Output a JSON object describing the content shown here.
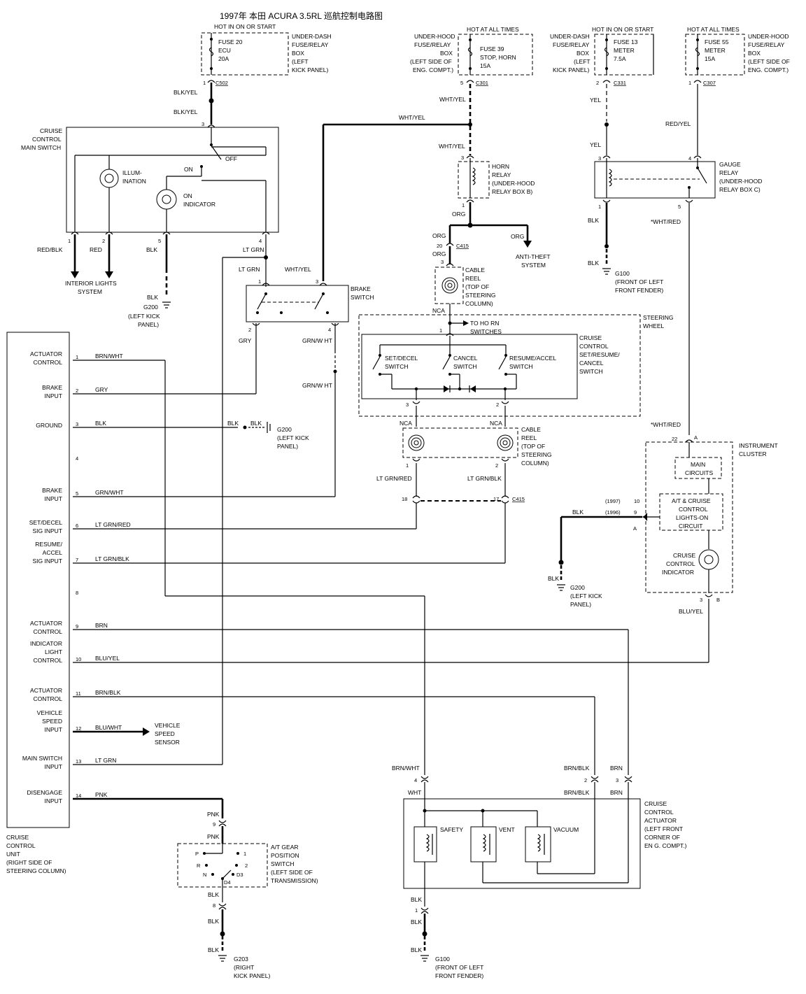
{
  "title": "1997年  本田  ACURA 3.5RL   巡航控制电路图",
  "fuses": {
    "f20": {
      "hot": "HOT IN ON OR START",
      "name": "FUSE 20",
      "sub": "ECU",
      "amp": "20A",
      "box": [
        "UNDER-DASH",
        "FUSE/RELAY",
        "BOX",
        "(LEFT",
        "KICK PANEL)"
      ],
      "pin": "1",
      "conn": "C502"
    },
    "f39": {
      "hot": "HOT AT ALL TIMES",
      "name": "FUSE 39",
      "sub": "STOP, HORN",
      "amp": "15A",
      "box": [
        "UNDER-HOOD",
        "FUSE/RELAY",
        "BOX",
        "(LEFT SIDE OF",
        "ENG. COMPT.)"
      ],
      "pin": "5",
      "conn": "C301"
    },
    "f13": {
      "hot": "HOT IN ON OR START",
      "name": "FUSE 13",
      "sub": "METER",
      "amp": "7.5A",
      "box": [
        "UNDER-DASH",
        "FUSE/RELAY",
        "BOX",
        "(LEFT",
        "KICK PANEL)"
      ],
      "pin": "2",
      "conn": "C331"
    },
    "f55": {
      "hot": "HOT AT ALL TIMES",
      "name": "FUSE 55",
      "sub": "METER",
      "amp": "15A",
      "box": [
        "UNDER-HOOD",
        "FUSE/RELAY",
        "BOX",
        "(LEFT SIDE OF",
        "ENG. COMPT.)"
      ],
      "pin": "1",
      "conn": "C307"
    }
  },
  "wires": {
    "blk_yel": "BLK/YEL",
    "wht_yel": "WHT/YEL",
    "yel": "YEL",
    "red_yel": "RED/YEL",
    "org": "ORG",
    "blk": "BLK",
    "wht_red": "*WHT/RED",
    "red_blk": "RED/BLK",
    "red": "RED",
    "lt_grn": "LT GRN",
    "gry": "GRY",
    "grn_wht": "GRN/W HT",
    "grn_wht2": "GRN/WHT",
    "nca": "NCA",
    "lt_grn_red": "LT GRN/RED",
    "lt_grn_blk": "LT GRN/BLK",
    "brn_wht": "BRN/WHT",
    "brn_blk": "BRN/BLK",
    "brn": "BRN",
    "blu_yel": "BLU/YEL",
    "blu_wht": "BLU/WHT",
    "pnk": "PNK",
    "wht": "WHT"
  },
  "main_switch": {
    "label": [
      "CRUISE",
      "CONTROL",
      "MAIN SWITCH"
    ],
    "off": "OFF",
    "on": "ON",
    "illum": [
      "ILLUM-",
      "INATION"
    ],
    "on_ind": [
      "ON",
      "INDICATOR"
    ],
    "pins": [
      "3",
      "1",
      "2",
      "5",
      "4"
    ]
  },
  "interior": [
    "INTERIOR LIGHTS",
    "SYSTEM"
  ],
  "g200": {
    "name": "G200",
    "loc": [
      "(LEFT KICK",
      "PANEL)"
    ]
  },
  "g100": {
    "name": "G100",
    "loc": [
      "(FRONT OF LEFT",
      "FRONT FENDER)"
    ]
  },
  "g203": {
    "name": "G203",
    "loc": [
      "(RIGHT",
      "KICK PANEL)"
    ]
  },
  "horn_relay": {
    "label": [
      "HORN",
      "RELAY",
      "(UNDER-HOOD",
      "RELAY BOX B)"
    ],
    "pins": [
      "3",
      "1"
    ]
  },
  "gauge_relay": {
    "label": [
      "GAUGE",
      "RELAY",
      "(UNDER-HOOD",
      "RELAY BOX C)"
    ],
    "pins": [
      "3",
      "4",
      "1",
      "5"
    ]
  },
  "anti_theft": [
    "ANTI-THEFT",
    "SYSTEM"
  ],
  "c415": {
    "conn": "C415",
    "pin": "20"
  },
  "cable_reel": {
    "label": [
      "CABLE",
      "REEL",
      "(TOP OF",
      "STEERING",
      "COLUMN)"
    ],
    "pin": "3"
  },
  "brake_switch": {
    "label": [
      "BRAKE",
      "SWITCH"
    ],
    "pins": [
      "1",
      "3",
      "2",
      "4"
    ]
  },
  "steering_wheel": [
    "STEERING",
    "WHEEL"
  ],
  "horn_sw": [
    "TO HO RN",
    "SWITCHES"
  ],
  "sw_box": {
    "label": [
      "CRUISE",
      "CONTROL",
      "SET/RESUME/",
      "CANCEL",
      "SWITCH"
    ],
    "set": [
      "SET/DECEL",
      "SWITCH"
    ],
    "cancel": [
      "CANCEL",
      "SWITCH"
    ],
    "resume": [
      "RESUME/ACCEL",
      "SWITCH"
    ],
    "pins": [
      "1",
      "3",
      "2"
    ]
  },
  "cable_reel2": {
    "label": [
      "CABLE",
      "REEL",
      "(TOP OF",
      "STEERING",
      "COLUMN)"
    ],
    "pins": [
      "1",
      "2"
    ]
  },
  "c415b": {
    "conn": "C415",
    "pins": [
      "18",
      "17"
    ]
  },
  "cluster": {
    "label": [
      "INSTRUMENT",
      "CLUSTER"
    ],
    "main": [
      "MAIN",
      "CIRCUITS"
    ],
    "cruise_lights": [
      "A/T & CRUISE",
      "CONTROL",
      "LIGHTS-ON",
      "CIRCUIT"
    ],
    "indicator": [
      "CRUISE",
      "CONTROL",
      "INDICATOR"
    ],
    "pin22": "22",
    "pinA": "A",
    "pin10": "10",
    "pin9": "9",
    "pin3": "3",
    "pinB": "B",
    "y1997": "(1997)",
    "y1996": "(1996)",
    "a": "A"
  },
  "unit": {
    "label": [
      "CRUISE",
      "CONTROL",
      "UNIT",
      "(RIGHT SIDE OF",
      "STEERING COLUMN)"
    ],
    "pins": [
      {
        "n": "1",
        "label": [
          "ACTUATOR",
          "CONTROL"
        ],
        "wire": "BRN/WHT"
      },
      {
        "n": "2",
        "label": [
          "BRAKE",
          "INPUT"
        ],
        "wire": "GRY"
      },
      {
        "n": "3",
        "label": [
          "GROUND"
        ],
        "wire": "BLK"
      },
      {
        "n": "4",
        "label": [],
        "wire": ""
      },
      {
        "n": "5",
        "label": [
          "BRAKE",
          "INPUT"
        ],
        "wire": "GRN/WHT"
      },
      {
        "n": "6",
        "label": [
          "SET/DECEL",
          "SIG INPUT"
        ],
        "wire": "LT GRN/RED"
      },
      {
        "n": "7",
        "label": [
          "RESUME/",
          "ACCEL",
          "SIG INPUT"
        ],
        "wire": "LT GRN/BLK"
      },
      {
        "n": "8",
        "label": [],
        "wire": ""
      },
      {
        "n": "9",
        "label": [
          "ACTUATOR",
          "CONTROL"
        ],
        "wire": "BRN"
      },
      {
        "n": "10",
        "label": [
          "INDICATOR",
          "LIGHT",
          "CONTROL"
        ],
        "wire": "BLU/YEL"
      },
      {
        "n": "11",
        "label": [
          "ACTUATOR",
          "CONTROL"
        ],
        "wire": "BRN/BLK"
      },
      {
        "n": "12",
        "label": [
          "VEHICLE",
          "SPEED",
          "INPUT"
        ],
        "wire": "BLU/WHT"
      },
      {
        "n": "13",
        "label": [
          "MAIN SWITCH",
          "INPUT"
        ],
        "wire": "LT GRN"
      },
      {
        "n": "14",
        "label": [
          "DISENGAGE",
          "INPUT"
        ],
        "wire": "PNK"
      }
    ]
  },
  "vss": [
    "VEHICLE",
    "SPEED",
    "SENSOR"
  ],
  "gear_switch": {
    "label": [
      "A/T GEAR",
      "POSITION",
      "SWITCH",
      "(LEFT SIDE OF",
      "TRANSMISSION)"
    ],
    "pos": [
      "P",
      "R",
      "N",
      "D4",
      "1",
      "2",
      "D3"
    ],
    "pins": [
      "9",
      "8"
    ]
  },
  "actuator": {
    "label": [
      "CRUISE",
      "CONTROL",
      "ACTUATOR",
      "(LEFT FRONT",
      "CORNER OF",
      "EN G. COMPT.)"
    ],
    "safety": "SAFETY",
    "vent": "VENT",
    "vacuum": "VACUUM",
    "pins": [
      "4",
      "2",
      "3",
      "1"
    ]
  }
}
